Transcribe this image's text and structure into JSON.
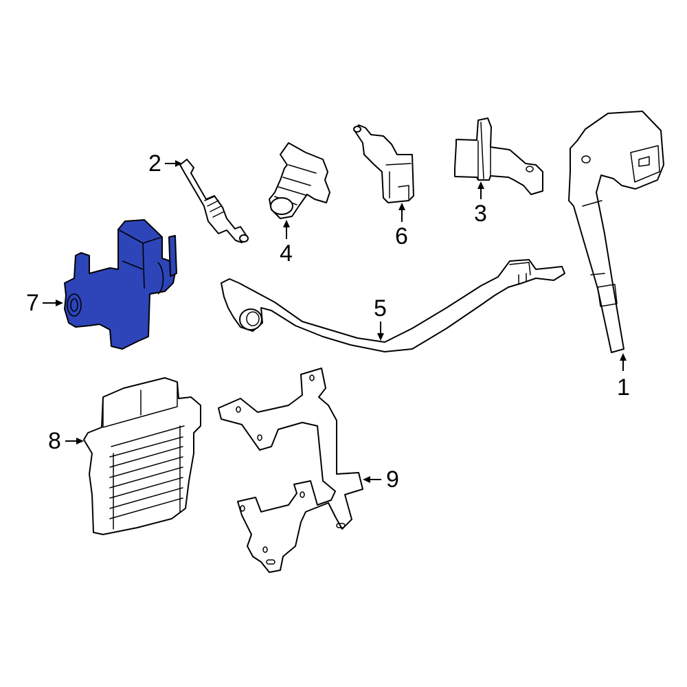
{
  "diagram": {
    "type": "exploded parts diagram",
    "highlight_color": "#2d45b8",
    "line_color": "#000000",
    "background": "#ffffff",
    "highlighted_part": "7",
    "callouts": [
      {
        "id": "1",
        "label": "1",
        "part": "ignition-coil"
      },
      {
        "id": "2",
        "label": "2",
        "part": "spark-plug"
      },
      {
        "id": "3",
        "label": "3",
        "part": "sensor-bracket"
      },
      {
        "id": "4",
        "label": "4",
        "part": "camshaft-position-sensor"
      },
      {
        "id": "5",
        "label": "5",
        "part": "knock-sensor-with-harness"
      },
      {
        "id": "6",
        "label": "6",
        "part": "temperature-sensor"
      },
      {
        "id": "7",
        "label": "7",
        "part": "vacuum-solenoid-valve"
      },
      {
        "id": "8",
        "label": "8",
        "part": "engine-control-module"
      },
      {
        "id": "9",
        "label": "9",
        "part": "ecm-mounting-bracket"
      }
    ]
  }
}
